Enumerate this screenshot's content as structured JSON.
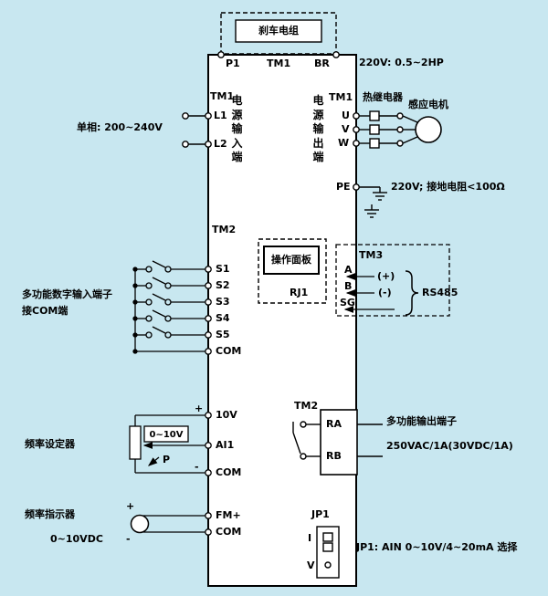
{
  "colors": {
    "background": "#c8e7f0",
    "line": "#000000",
    "device_fill": "#ffffff"
  },
  "brake": {
    "label": "刹车电组"
  },
  "top_terminals": {
    "p1": "P1",
    "tm1": "TM1",
    "br": "BR",
    "rating": "220V: 0.5~2HP"
  },
  "power_input": {
    "tm1": "TM1",
    "l1": "L1",
    "l2": "L2",
    "phase": "单相: 200~240V",
    "vertical_label": "电源输入端"
  },
  "power_output": {
    "tm1": "TM1",
    "vertical_label": "电源输出端",
    "u": "U",
    "v": "V",
    "w": "W",
    "thermal_relay": "热继电器",
    "motor": "感应电机"
  },
  "grounding": {
    "pe": "PE",
    "note": "220V; 接地电阻<100Ω"
  },
  "digital_inputs": {
    "tm2": "TM2",
    "s1": "S1",
    "s2": "S2",
    "s3": "S3",
    "s4": "S4",
    "s5": "S5",
    "com": "COM",
    "note_line1": "多功能数字输入端子",
    "note_line2": "接COM端"
  },
  "operation_panel": {
    "label": "操作面板",
    "rj1": "RJ1"
  },
  "rs485": {
    "tm3": "TM3",
    "a": "A",
    "b": "B",
    "sg": "SG",
    "plus": "(+)",
    "minus": "(-)",
    "label": "RS485"
  },
  "analog_input": {
    "plus": "+",
    "minus": "-",
    "v10": "10V",
    "ai1": "AI1",
    "com": "COM",
    "range": "0~10V",
    "p": "P",
    "note": "频率设定器"
  },
  "relay_output": {
    "tm2": "TM2",
    "ra": "RA",
    "rb": "RB",
    "note_line1": "多功能输出端子",
    "note_line2": "250VAC/1A(30VDC/1A)"
  },
  "frequency_meter": {
    "plus": "+",
    "minus": "-",
    "fm": "FM+",
    "com": "COM",
    "note": "频率指示器",
    "range": "0~10VDC"
  },
  "jumper": {
    "label": "JP1",
    "i": "I",
    "v": "V",
    "note": "JP1: AIN 0~10V/4~20mA 选择"
  }
}
